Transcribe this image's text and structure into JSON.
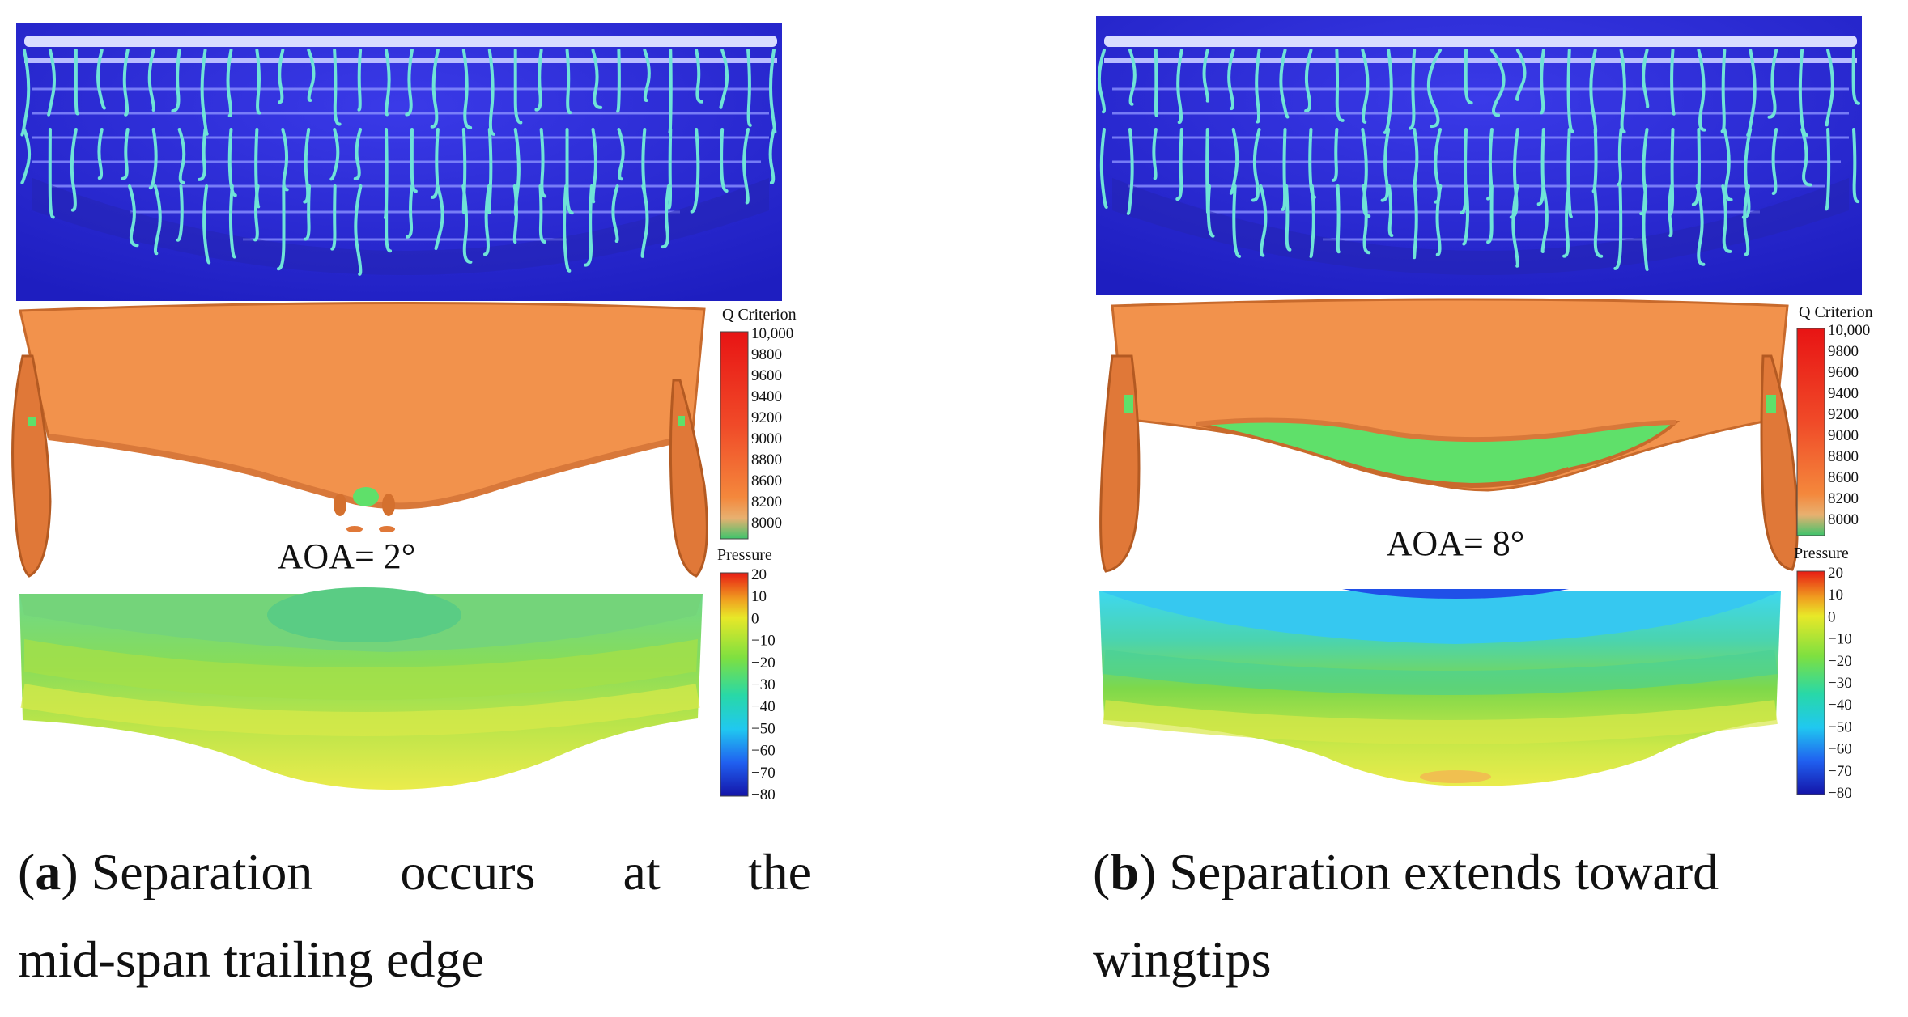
{
  "panels": [
    {
      "id": "a",
      "aoa_label": "AOA= 2°",
      "caption": {
        "letter": "a",
        "line1_words": [
          "Separation",
          "occurs",
          "at",
          "the"
        ],
        "line2": "mid-span trailing edge"
      }
    },
    {
      "id": "b",
      "aoa_label": "AOA= 8°",
      "caption": {
        "letter": "b",
        "line1_words": [
          "Separation extends toward"
        ],
        "line2": "wingtips"
      }
    }
  ],
  "legends": {
    "q_title": "Q Criterion",
    "q_ticks": [
      "10,000",
      "9800",
      "9600",
      "9400",
      "9200",
      "9000",
      "8800",
      "8600",
      "8200",
      "8000"
    ],
    "p_title": "Pressure",
    "p_ticks": [
      "20",
      "10",
      "0",
      "−10",
      "−20",
      "−30",
      "−40",
      "−50",
      "−60",
      "−70",
      "−80"
    ]
  },
  "colors": {
    "tuft_background": "#2b2bd8",
    "tuft": "#6fe3d8",
    "iso_surface": "#f0904a",
    "separation": "#5fe06a",
    "pressure_high": "#e8ec4a",
    "pressure_mid": "#7ed84a",
    "pressure_low": "#3fd8e8"
  }
}
